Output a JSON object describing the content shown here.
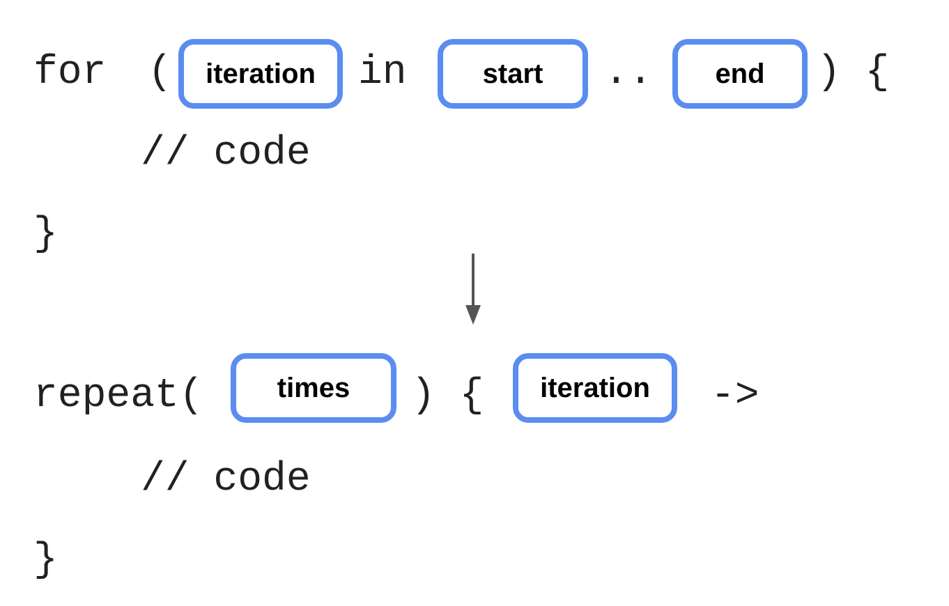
{
  "colors": {
    "box_border": "#5b8def",
    "code_text": "#202124",
    "label_text": "#000000",
    "arrow": "#555555"
  },
  "for_loop": {
    "keyword": "for",
    "open_paren": "(",
    "iteration_label": "iteration",
    "in_keyword": "in",
    "start_label": "start",
    "range_op": "..",
    "end_label": "end",
    "close_paren_brace": ") {",
    "body_comment": "// code",
    "close_brace": "}"
  },
  "repeat_loop": {
    "keyword": "repeat(",
    "times_label": "times",
    "close_paren_brace": ") {",
    "iteration_label": "iteration",
    "lambda_arrow": "->",
    "body_comment": "// code",
    "close_brace": "}"
  },
  "arrow_icon": "arrow-down-icon"
}
